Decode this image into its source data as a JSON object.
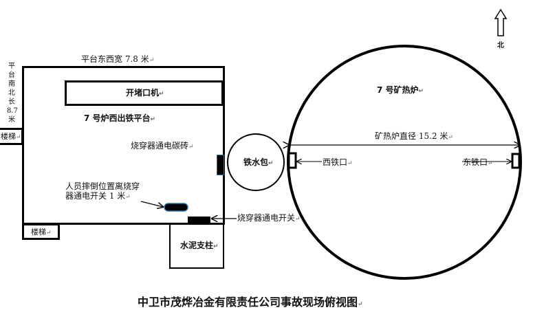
{
  "platform_width_label": "平台东西宽 7.8 米",
  "platform_length_label": [
    "平",
    "台",
    "南",
    "北",
    "长",
    "8.7",
    "米"
  ],
  "tapping_machine": "开堵口机",
  "platform_name": "7 号炉西出铁平台",
  "carbon_brick": "烧穿器通电碳砖",
  "victim_note_line1": "人员摔倒位置离烧穿",
  "victim_note_line2": "器通电开关 1 米",
  "switch_label": "烧穿器通电开关",
  "stairs_left": "楼梯",
  "stairs_bottom": "楼梯",
  "cement_column": "水泥支柱",
  "ladle": "铁水包",
  "furnace": "7 号矿热炉",
  "furnace_diameter": "矿热炉直径 15.2 米",
  "west_taphole": "西铁口",
  "east_taphole": "东铁口",
  "north": "北",
  "title": "中卫市茂烨冶金有限责任公司事故现场俯视图"
}
